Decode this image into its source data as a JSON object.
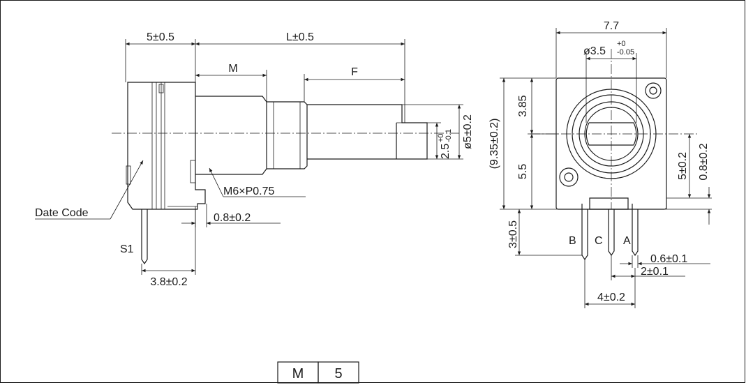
{
  "side_view": {
    "dim_head": "5±0.5",
    "dim_length": "L±0.5",
    "dim_bushing": "M",
    "dim_flat": "F",
    "dim_shaft_dia": "ø5±0.2",
    "dim_flat_depth_base": "2.5",
    "dim_flat_depth_upper": "+0",
    "dim_flat_depth_lower": "-0.1",
    "thread": "M6×P0.75",
    "date_code": "Date Code",
    "pin_label": "S1",
    "dim_step": "0.8±0.2",
    "dim_pin_offset": "3.8±0.2"
  },
  "front_view": {
    "dim_width": "7.7",
    "dim_hole_base": "ø3.5",
    "dim_hole_upper": "+0",
    "dim_hole_lower": "-0.05",
    "dim_total_height": "(9.35±0.2)",
    "dim_upper": "3.85",
    "dim_lower": "5.5",
    "dim_right_height": "5±0.2",
    "dim_right_base": "0.8±0.2",
    "pin_b": "B",
    "pin_c": "C",
    "pin_a": "A",
    "dim_pin_length": "3±0.5",
    "dim_pin_width": "0.6±0.1",
    "dim_pin_spacing": "2±0.1",
    "dim_pins_span": "4±0.2"
  },
  "title_block": {
    "key": "M",
    "value": "5"
  }
}
